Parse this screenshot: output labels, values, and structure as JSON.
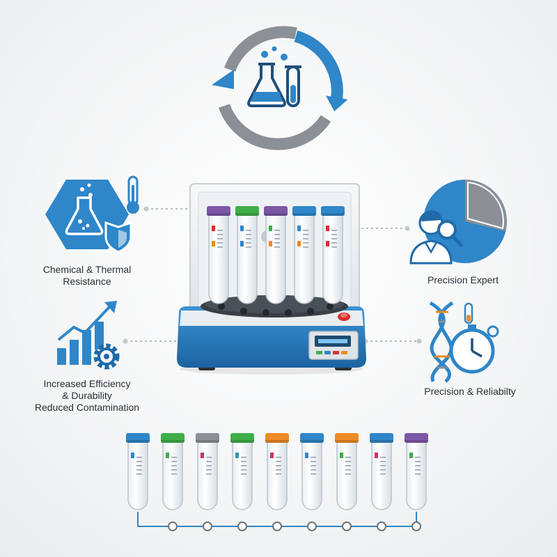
{
  "features": {
    "chemical_thermal": [
      "Chemical & Thermal",
      "Resistance"
    ],
    "efficiency": [
      "Increased Efficiency",
      "& Durability",
      "Reduced Contamination"
    ],
    "precision_expert": "Precision Expert",
    "precision_reliability": "Precision & Reliabilty"
  },
  "icons": [
    "recycle-cycle-icon",
    "flask-icon",
    "test-tube-icon",
    "thermometer-icon",
    "shield-icon",
    "growth-chart-icon",
    "gear-icon",
    "expert-magnifier-icon",
    "pie-chart-icon",
    "dna-icon",
    "stopwatch-icon"
  ],
  "colors": {
    "blue": "#2f86c8",
    "dark_blue": "#1f6aa8",
    "grey": "#8a9096",
    "green": "#3fae49",
    "purple": "#7b57a6",
    "orange": "#ee8a23"
  },
  "tube_caps_rack": [
    "purple",
    "green",
    "purple",
    "blue",
    "blue"
  ],
  "tube_caps_bottom": [
    "blue",
    "green",
    "grey",
    "green",
    "orange",
    "blue",
    "orange",
    "blue",
    "purple"
  ]
}
